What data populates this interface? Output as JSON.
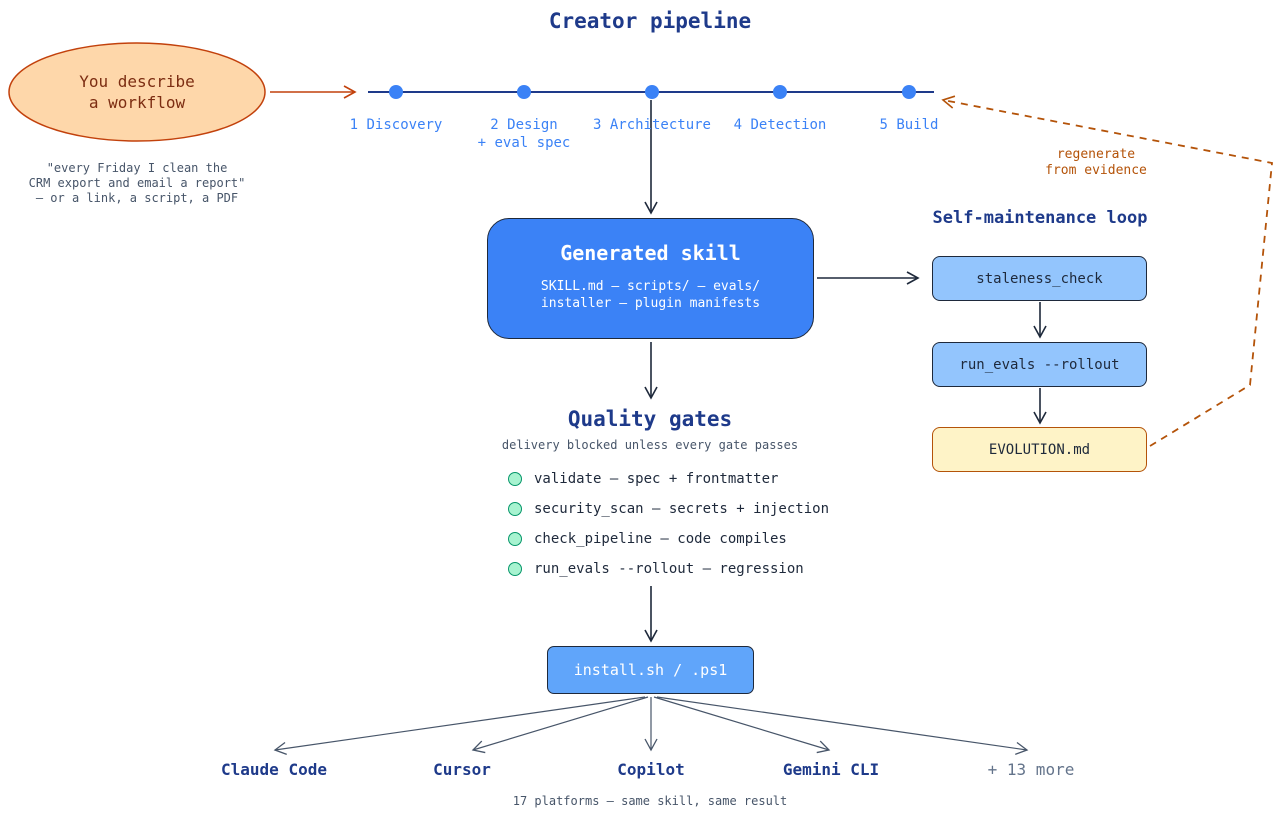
{
  "title": "Creator pipeline",
  "input": {
    "label": "You describe\na workflow",
    "example": "\"every Friday I clean the\nCRM export and email a report\"\n– or a link, a script, a PDF"
  },
  "steps": [
    {
      "label": "1 Discovery"
    },
    {
      "label": "2 Design\n+ eval spec"
    },
    {
      "label": "3 Architecture"
    },
    {
      "label": "4 Detection"
    },
    {
      "label": "5 Build"
    }
  ],
  "skill": {
    "title": "Generated skill",
    "subtitle": "SKILL.md – scripts/ – evals/\ninstaller – plugin manifests"
  },
  "loop": {
    "title": "Self-maintenance loop",
    "items": [
      "staleness_check",
      "run_evals --rollout"
    ],
    "evolution": "EVOLUTION.md",
    "feedback_label": "regenerate\nfrom evidence"
  },
  "quality": {
    "title": "Quality gates",
    "subtitle": "delivery blocked unless every gate passes",
    "gates": [
      "validate – spec + frontmatter",
      "security_scan – secrets + injection",
      "check_pipeline – code compiles",
      "run_evals --rollout – regression"
    ]
  },
  "install": {
    "label": "install.sh / .ps1"
  },
  "platforms": [
    "Claude Code",
    "Cursor",
    "Copilot",
    "Gemini CLI",
    "+ 13 more"
  ],
  "platforms_footer": "17 platforms – same skill, same result",
  "colors": {
    "navy": "#1e3a8a",
    "blue": "#3b82f6",
    "dark_line": "#1e293b",
    "orange": "#c2410c",
    "orange_dashed": "#b45309",
    "oval_fill": "#fed7aa",
    "gate_green": "#a7f3d0"
  }
}
